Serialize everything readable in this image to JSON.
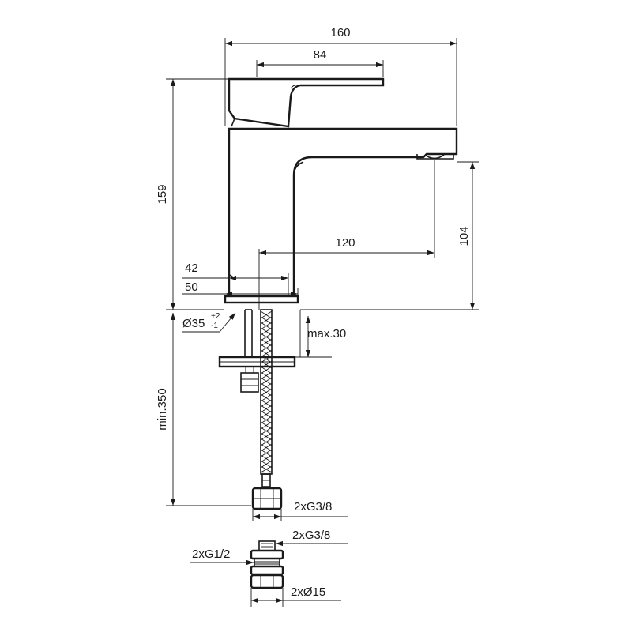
{
  "dimensions": {
    "total_width": "160",
    "lever_width": "84",
    "height": "159",
    "spout_height": "104",
    "spout_reach": "120",
    "base_42": "42",
    "base_50": "50",
    "hole_diameter": "Ø35",
    "hole_tol_plus": "+2",
    "hole_tol_minus": "-1",
    "max_thickness": "max.30",
    "hose_length": "min.350"
  },
  "connections": {
    "hose_end_thread": "2xG3/8",
    "valve_inlet_thread": "2xG3/8",
    "valve_outlet_thread": "2xG1/2",
    "compression_fitting": "2xØ15"
  }
}
